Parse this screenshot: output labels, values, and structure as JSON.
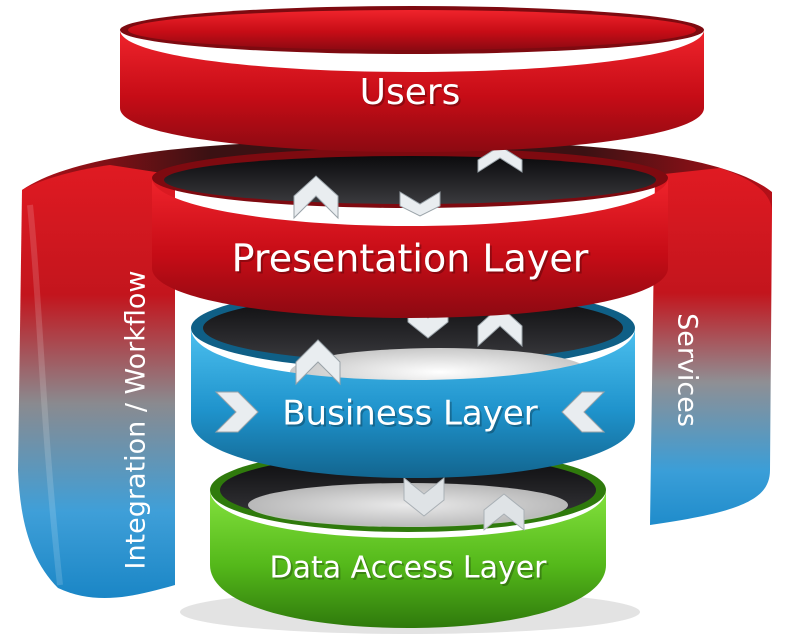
{
  "layers": {
    "users": "Users",
    "presentation": "Presentation Layer",
    "business": "Business Layer",
    "data_access": "Data Access Layer"
  },
  "side_bands": {
    "left": "Integration / Workflow",
    "right": "Services"
  },
  "colors": {
    "red": "#d0101a",
    "red_dark": "#7e0a10",
    "blue": "#2aa3d8",
    "blue_dark": "#0f5f86",
    "green": "#5cc21f",
    "green_dark": "#2f7a0c",
    "arrow": "#e9edf0"
  },
  "icons": [
    "chevron-up-icon",
    "chevron-down-icon",
    "chevron-right-icon",
    "chevron-left-icon"
  ]
}
